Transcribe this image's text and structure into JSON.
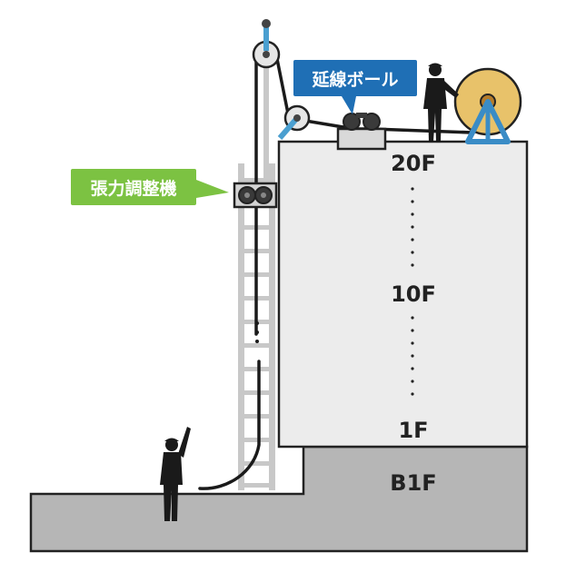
{
  "labels": {
    "callout_tension": "張力調整機",
    "callout_pulling": "延線ボール"
  },
  "floors": {
    "top": "20F",
    "middle": "10F",
    "bottom": "1F",
    "basement": "B1F"
  },
  "colors": {
    "building_fill": "#ececec",
    "basement_fill": "#b6b6b6",
    "outline": "#222222",
    "cable": "#1a1a1a",
    "pulley_blue": "#4a9fd0",
    "reel_yellow": "#e8c26a",
    "reel_stand_blue": "#3a8cc6",
    "callout_green": "#7cc242",
    "callout_blue": "#1f6fb5",
    "ladder_gray": "#c8c8c8",
    "person": "#1a1a1a"
  },
  "icons": [
    "person-icon",
    "pulley-icon",
    "cable-reel-icon",
    "tension-machine-icon",
    "pulling-machine-icon",
    "ladder-icon"
  ]
}
